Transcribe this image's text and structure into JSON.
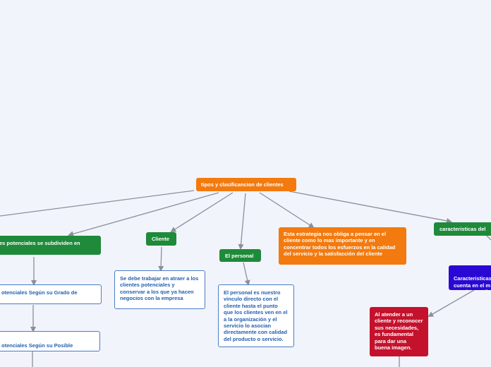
{
  "colors": {
    "background": "#f2f4fc",
    "root": "#f27a0f",
    "category": "#1e8a3a",
    "detail_border": "#4a7cc7",
    "detail_text": "#2460b0",
    "highlight_red": "#c4122d",
    "highlight_blue": "#2a08d4",
    "connector": "#8a8f99"
  },
  "nodes": {
    "root": "tipos y clasificancion de clientes",
    "potenciales_subdividen": "es potenciales se subdividen en",
    "cliente": "Cliente",
    "personal": "El personal",
    "estrategia": "Esta estrategia nos obliga a pensar en el cliente como lo mas importante y en concentrar todos los esfuerzos en la calidad del servicio y la satisfacción del cliente",
    "caracteristicas": "caracteristicas del",
    "potenciales_grado": "otenciales Según su Grado de",
    "potenciales_posible": "otenciales Según su Posible\ne Compras",
    "cliente_detalle": "Se debe trabajar en atraer a los clientes potenciales y conservar a los que ya hacen negocios con la empresa",
    "personal_detalle": "El personal es nuestro vinculo directo con el cliente hasta el punto que los clientes ven en el a la organización y el servicio lo asocian directamente con calidad del producto o servicio.",
    "caracteristicas_cuenta": "Caracteristicas\ncuenta en el m\natender un cli",
    "atender": "Al atender a un cliente y reconocer sus necesidades, es fundamental para dar una buena imagen."
  }
}
